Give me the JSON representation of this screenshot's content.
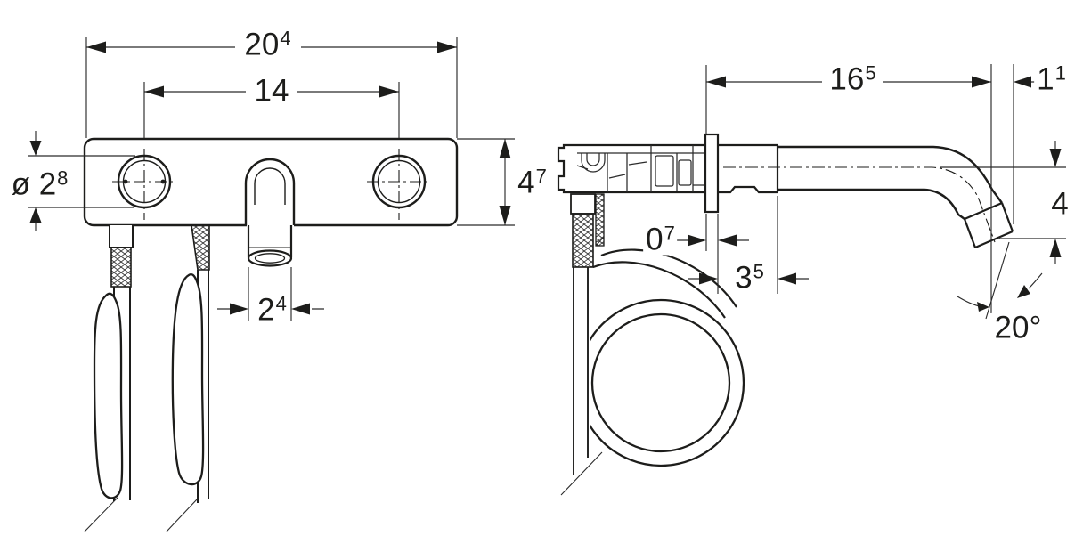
{
  "colors": {
    "ink": "#1d1d1b",
    "thin_line": "#2b2b2b",
    "background": "#ffffff"
  },
  "dims": {
    "overall_width": {
      "base": "20",
      "sup": "4"
    },
    "handle_spacing": {
      "base": "14",
      "sup": ""
    },
    "handle_diameter": {
      "prefix": "ø ",
      "base": "2",
      "sup": "8"
    },
    "plate_height": {
      "base": "4",
      "sup": "7"
    },
    "outlet_diameter": {
      "base": "2",
      "sup": "4"
    },
    "spout_projection": {
      "base": "16",
      "sup": "5"
    },
    "tip_offset": {
      "base": "1",
      "sup": "1"
    },
    "flange_thickness": {
      "base": "0",
      "sup": "7"
    },
    "shank_length": {
      "base": "3",
      "sup": "5"
    },
    "spout_drop": {
      "base": "4",
      "sup": ""
    },
    "outlet_angle": {
      "base": "20°",
      "sup": ""
    }
  }
}
